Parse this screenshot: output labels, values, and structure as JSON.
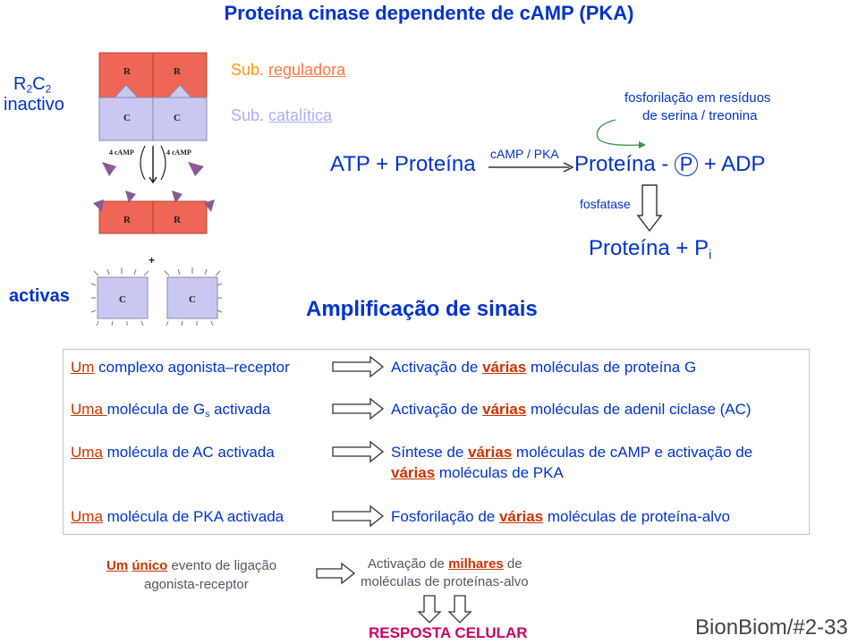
{
  "title": "Proteína cinase dependente de cAMP (PKA)",
  "left_labels": {
    "r2c2_r": "R",
    "r2c2_sub1": "2",
    "r2c2_c": "C",
    "r2c2_sub2": "2",
    "inactive": "inactivo",
    "active": "activas"
  },
  "enzyme": {
    "subunit_r": "R",
    "subunit_c": "C",
    "camp_left": "4 cAMP",
    "camp_right": "4 cAMP",
    "plus": "+"
  },
  "subunits": {
    "regulatory_prefix": "Sub. ",
    "regulatory": "reguladora",
    "catalytic_prefix": "Sub. ",
    "catalytic": "catalítica"
  },
  "reaction": {
    "phospho_note_line1": "fosforilação em resíduos",
    "phospho_note_line2": "de serina / treonina",
    "left_side": "ATP + Proteína",
    "arrow_label": "cAMP / PKA",
    "right_prefix": "Proteína - ",
    "right_p": "P",
    "right_suffix": " + ADP",
    "phosphatase": "fosfatase",
    "product_prefix": "Proteína + P",
    "product_sub": "i"
  },
  "amplification_title": "Amplificação de sinais",
  "amplification": {
    "row1_left_u": "Um",
    "row1_left": " complexo agonista–receptor",
    "row1_right_a": "Activação de ",
    "row1_right_u": "várias",
    "row1_right_b": " moléculas de proteína G",
    "row2_left_u": "Uma ",
    "row2_left_a": "molécula de G",
    "row2_left_sub": "s",
    "row2_left_b": " activada",
    "row2_right_a": "Activação de ",
    "row2_right_u": "várias",
    "row2_right_b": " moléculas de adenil ciclase (AC)",
    "row3_left_u": "Uma",
    "row3_left": " molécula de AC activada",
    "row3_right_a": "Síntese de ",
    "row3_right_u": "várias",
    "row3_right_b": " moléculas de cAMP e activação de",
    "row3_right_u2": "várias",
    "row3_right_c": " moléculas de PKA",
    "row4_left_u": "Uma",
    "row4_left": " molécula de PKA activada",
    "row4_right_a": "Fosforilação de ",
    "row4_right_u": "várias",
    "row4_right_b": " moléculas de proteína-alvo"
  },
  "summary": {
    "left_u1": "Um",
    "left_sp": " ",
    "left_u2": "único",
    "left_a": " evento de ligação",
    "left_b": "agonista-receptor",
    "right_a": "Activação de ",
    "right_u": "milhares",
    "right_b": " de",
    "right_c": "moléculas de proteínas-alvo",
    "response": "RESPOSTA CELULAR"
  },
  "footer": "BionBiom/#2-33",
  "colors": {
    "blue": "#0033cc",
    "regulatory_red": "#ee6655",
    "catalytic_lavender": "#c8c8f2",
    "camp_purple": "#8a5a98",
    "response_magenta": "#cc0066",
    "arrow_green": "#339944"
  }
}
